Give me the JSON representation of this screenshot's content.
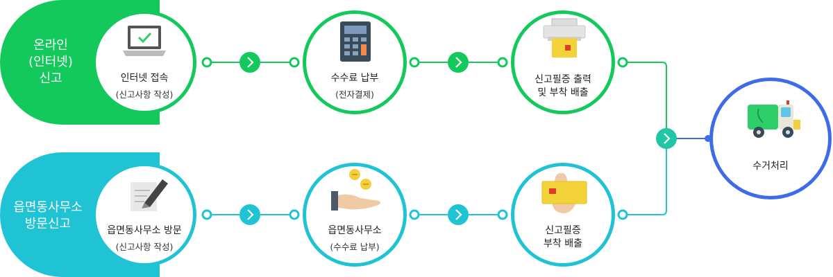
{
  "colors": {
    "online": "#14c95c",
    "offline": "#1fc3d4",
    "final": "#3d6ce6"
  },
  "lanes": {
    "online": {
      "label": "온라인\n(인터넷)\n신고"
    },
    "offline": {
      "label": "읍면동사무소\n방문신고"
    }
  },
  "steps": {
    "online_access": {
      "title": "인터넷 접속",
      "sub": "(신고사항 작성)",
      "icon": "laptop-check-icon"
    },
    "fee_payment": {
      "title": "수수료 납부",
      "sub": "(전자결제)",
      "icon": "calculator-icon"
    },
    "print_attach": {
      "title": "신고필증 출력\n및 부착 배출",
      "icon": "printer-icon"
    },
    "office_visit": {
      "title": "읍면동사무소 방문",
      "sub": "(신고사항 작성)",
      "icon": "pen-paper-icon"
    },
    "office_fee": {
      "title": "읍면동사무소",
      "sub": "(수수료 납부)",
      "icon": "hand-coins-icon"
    },
    "attach_discharge": {
      "title": "신고필증\n부착 배출",
      "icon": "hand-card-icon"
    },
    "collection": {
      "title": "수거처리",
      "icon": "truck-icon"
    }
  }
}
